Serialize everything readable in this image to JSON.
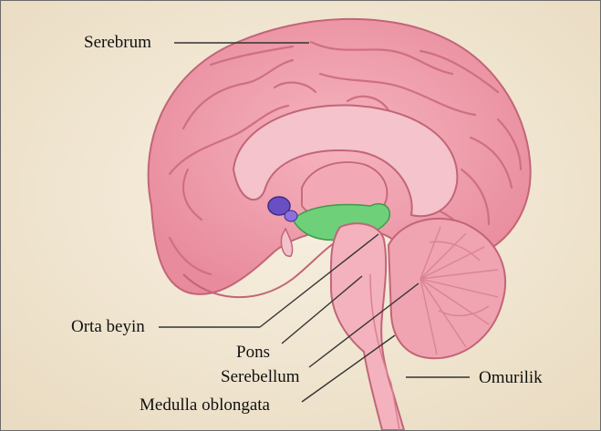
{
  "labels": {
    "serebrum": "Serebrum",
    "orta_beyin": "Orta beyin",
    "pons": "Pons",
    "serebellum": "Serebellum",
    "omurilik": "Omurilik",
    "medulla": "Medulla oblongata"
  },
  "colors": {
    "background": "#f3ead8",
    "brain_pink": "#ee9aa7",
    "brain_dark": "#c96a7a",
    "green_region": "#6fd07a",
    "purple_region": "#6a4fc4",
    "leader_line": "#333333"
  }
}
